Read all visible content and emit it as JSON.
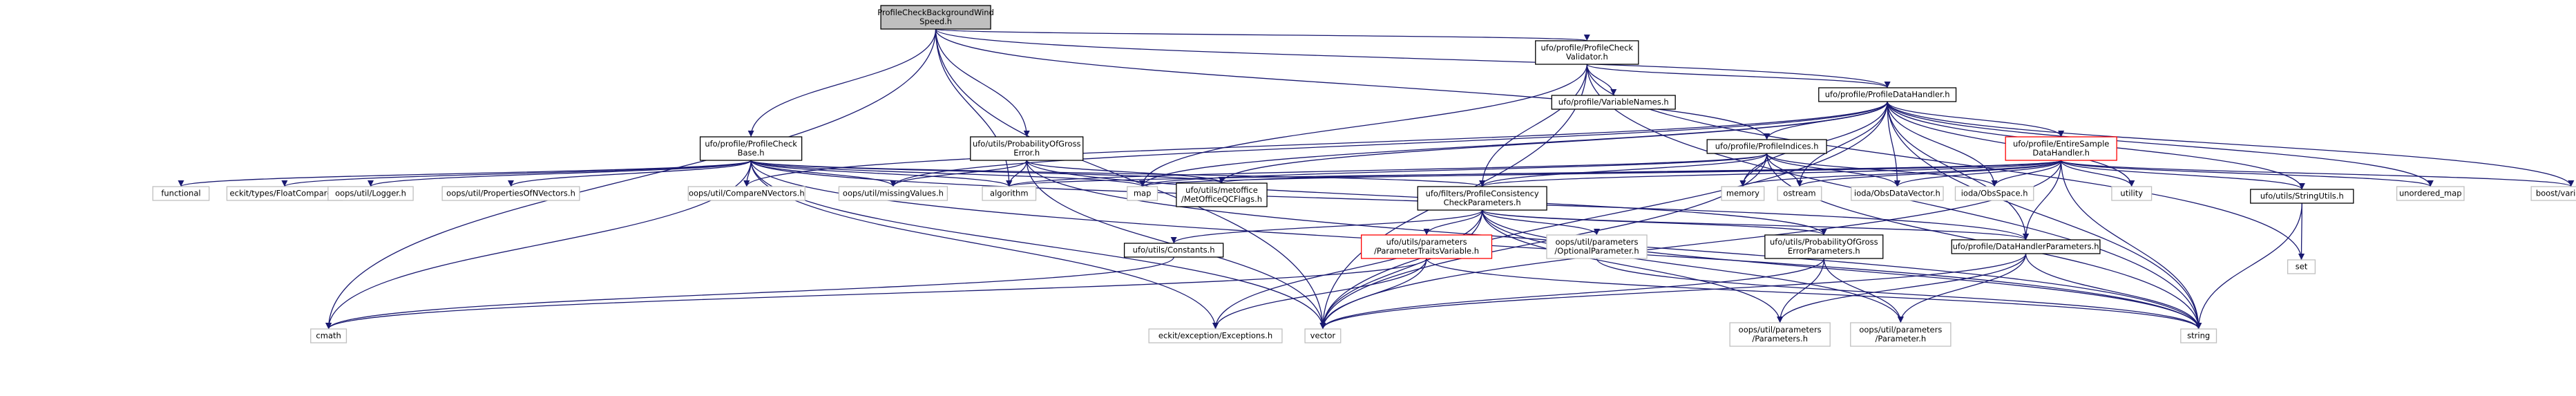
{
  "nodes": [
    {
      "id": "root",
      "lines": [
        "ProfileCheckBackgroundWind",
        "Speed.h"
      ],
      "kind": "root"
    },
    {
      "id": "pcheckbase",
      "lines": [
        "ufo/profile/ProfileCheck",
        "Base.h"
      ],
      "kind": "normal"
    },
    {
      "id": "probgross",
      "lines": [
        "ufo/utils/ProbabilityOfGross",
        "Error.h"
      ],
      "kind": "normal"
    },
    {
      "id": "validator",
      "lines": [
        "ufo/profile/ProfileCheck",
        "Validator.h"
      ],
      "kind": "normal"
    },
    {
      "id": "varnames",
      "lines": [
        "ufo/profile/VariableNames.h"
      ],
      "kind": "normal"
    },
    {
      "id": "datahandler",
      "lines": [
        "ufo/profile/ProfileDataHandler.h"
      ],
      "kind": "normal"
    },
    {
      "id": "indices",
      "lines": [
        "ufo/profile/ProfileIndices.h"
      ],
      "kind": "normal"
    },
    {
      "id": "entire",
      "lines": [
        "ufo/profile/EntireSample",
        "DataHandler.h"
      ],
      "kind": "red"
    },
    {
      "id": "stringutils",
      "lines": [
        "ufo/utils/StringUtils.h"
      ],
      "kind": "normal"
    },
    {
      "id": "pcpars",
      "lines": [
        "ufo/filters/ProfileConsistency",
        "CheckParameters.h"
      ],
      "kind": "normal"
    },
    {
      "id": "constants",
      "lines": [
        "ufo/utils/Constants.h"
      ],
      "kind": "normal"
    },
    {
      "id": "traitsvar",
      "lines": [
        "ufo/utils/parameters",
        "/ParameterTraitsVariable.h"
      ],
      "kind": "red"
    },
    {
      "id": "optpar",
      "lines": [
        "oops/util/parameters",
        "/OptionalParameter.h"
      ],
      "kind": "gray"
    },
    {
      "id": "probgrosspars",
      "lines": [
        "ufo/utils/ProbabilityOfGross",
        "ErrorParameters.h"
      ],
      "kind": "normal"
    },
    {
      "id": "dhpars",
      "lines": [
        "ufo/profile/DataHandlerParameters.h"
      ],
      "kind": "normal"
    },
    {
      "id": "functional",
      "lines": [
        "functional"
      ],
      "kind": "gray"
    },
    {
      "id": "floatcompare",
      "lines": [
        "eckit/types/FloatCompare.h"
      ],
      "kind": "gray"
    },
    {
      "id": "logger",
      "lines": [
        "oops/util/Logger.h"
      ],
      "kind": "gray"
    },
    {
      "id": "propvec",
      "lines": [
        "oops/util/PropertiesOfNVectors.h"
      ],
      "kind": "gray"
    },
    {
      "id": "compvec",
      "lines": [
        "oops/util/CompareNVectors.h"
      ],
      "kind": "gray"
    },
    {
      "id": "missing",
      "lines": [
        "oops/util/missingValues.h"
      ],
      "kind": "gray"
    },
    {
      "id": "algorithm",
      "lines": [
        "algorithm"
      ],
      "kind": "gray"
    },
    {
      "id": "map",
      "lines": [
        "map"
      ],
      "kind": "gray"
    },
    {
      "id": "metoffice",
      "lines": [
        "ufo/utils/metoffice",
        "/MetOfficeQCFlags.h"
      ],
      "kind": "normal"
    },
    {
      "id": "memory",
      "lines": [
        "memory"
      ],
      "kind": "gray"
    },
    {
      "id": "ostream",
      "lines": [
        "ostream"
      ],
      "kind": "gray"
    },
    {
      "id": "obsdatavector",
      "lines": [
        "ioda/ObsDataVector.h"
      ],
      "kind": "gray"
    },
    {
      "id": "obsspace",
      "lines": [
        "ioda/ObsSpace.h"
      ],
      "kind": "gray"
    },
    {
      "id": "utility",
      "lines": [
        "utility"
      ],
      "kind": "gray"
    },
    {
      "id": "unorderedmap",
      "lines": [
        "unordered_map"
      ],
      "kind": "gray"
    },
    {
      "id": "boostvariant",
      "lines": [
        "boost/variant.hpp"
      ],
      "kind": "gray"
    },
    {
      "id": "set",
      "lines": [
        "set"
      ],
      "kind": "gray"
    },
    {
      "id": "cmath",
      "lines": [
        "cmath"
      ],
      "kind": "gray"
    },
    {
      "id": "exceptions",
      "lines": [
        "eckit/exception/Exceptions.h"
      ],
      "kind": "gray"
    },
    {
      "id": "vector",
      "lines": [
        "vector"
      ],
      "kind": "gray"
    },
    {
      "id": "parameters",
      "lines": [
        "oops/util/parameters",
        "/Parameters.h"
      ],
      "kind": "gray"
    },
    {
      "id": "parameter",
      "lines": [
        "oops/util/parameters",
        "/Parameter.h"
      ],
      "kind": "gray"
    },
    {
      "id": "string",
      "lines": [
        "string"
      ],
      "kind": "gray"
    }
  ],
  "edges": [
    [
      "root",
      "pcheckbase"
    ],
    [
      "root",
      "probgross"
    ],
    [
      "root",
      "validator"
    ],
    [
      "root",
      "datahandler"
    ],
    [
      "root",
      "indices"
    ],
    [
      "root",
      "algorithm"
    ],
    [
      "root",
      "cmath"
    ],
    [
      "root",
      "vector"
    ],
    [
      "pcheckbase",
      "functional"
    ],
    [
      "pcheckbase",
      "floatcompare"
    ],
    [
      "pcheckbase",
      "logger"
    ],
    [
      "pcheckbase",
      "propvec"
    ],
    [
      "pcheckbase",
      "compvec"
    ],
    [
      "pcheckbase",
      "missing"
    ],
    [
      "pcheckbase",
      "algorithm"
    ],
    [
      "pcheckbase",
      "map"
    ],
    [
      "pcheckbase",
      "metoffice"
    ],
    [
      "pcheckbase",
      "cmath"
    ],
    [
      "pcheckbase",
      "exceptions"
    ],
    [
      "pcheckbase",
      "vector"
    ],
    [
      "pcheckbase",
      "string"
    ],
    [
      "pcheckbase",
      "pcpars"
    ],
    [
      "pcheckbase",
      "dhpars"
    ],
    [
      "probgross",
      "missing"
    ],
    [
      "probgross",
      "algorithm"
    ],
    [
      "probgross",
      "metoffice"
    ],
    [
      "probgross",
      "vector"
    ],
    [
      "probgross",
      "probgrosspars"
    ],
    [
      "probgross",
      "string"
    ],
    [
      "validator",
      "varnames"
    ],
    [
      "validator",
      "datahandler"
    ],
    [
      "validator",
      "pcpars"
    ],
    [
      "validator",
      "map"
    ],
    [
      "validator",
      "vector"
    ],
    [
      "validator",
      "set"
    ],
    [
      "validator",
      "string"
    ],
    [
      "datahandler",
      "indices"
    ],
    [
      "datahandler",
      "entire"
    ],
    [
      "datahandler",
      "compvec"
    ],
    [
      "datahandler",
      "missing"
    ],
    [
      "datahandler",
      "map"
    ],
    [
      "datahandler",
      "metoffice"
    ],
    [
      "datahandler",
      "obsdatavector"
    ],
    [
      "datahandler",
      "obsspace"
    ],
    [
      "datahandler",
      "utility"
    ],
    [
      "datahandler",
      "unorderedmap"
    ],
    [
      "datahandler",
      "boostvariant"
    ],
    [
      "datahandler",
      "stringutils"
    ],
    [
      "datahandler",
      "dhpars"
    ],
    [
      "datahandler",
      "vector"
    ],
    [
      "datahandler",
      "string"
    ],
    [
      "datahandler",
      "memory"
    ],
    [
      "datahandler",
      "ostream"
    ],
    [
      "indices",
      "pcpars"
    ],
    [
      "indices",
      "memory"
    ],
    [
      "indices",
      "ostream"
    ],
    [
      "indices",
      "obsdatavector"
    ],
    [
      "indices",
      "obsspace"
    ],
    [
      "indices",
      "algorithm"
    ],
    [
      "indices",
      "map"
    ],
    [
      "indices",
      "vector"
    ],
    [
      "indices",
      "string"
    ],
    [
      "entire",
      "map"
    ],
    [
      "entire",
      "memory"
    ],
    [
      "entire",
      "ostream"
    ],
    [
      "entire",
      "obsdatavector"
    ],
    [
      "entire",
      "obsspace"
    ],
    [
      "entire",
      "utility"
    ],
    [
      "entire",
      "unorderedmap"
    ],
    [
      "entire",
      "boostvariant"
    ],
    [
      "entire",
      "stringutils"
    ],
    [
      "entire",
      "dhpars"
    ],
    [
      "entire",
      "algorithm"
    ],
    [
      "entire",
      "vector"
    ],
    [
      "entire",
      "string"
    ],
    [
      "entire",
      "metoffice"
    ],
    [
      "entire",
      "pcpars"
    ],
    [
      "stringutils",
      "set"
    ],
    [
      "stringutils",
      "string"
    ],
    [
      "pcpars",
      "constants"
    ],
    [
      "pcpars",
      "traitsvar"
    ],
    [
      "pcpars",
      "optpar"
    ],
    [
      "pcpars",
      "probgrosspars"
    ],
    [
      "pcpars",
      "dhpars"
    ],
    [
      "pcpars",
      "exceptions"
    ],
    [
      "pcpars",
      "vector"
    ],
    [
      "pcpars",
      "string"
    ],
    [
      "pcpars",
      "parameters"
    ],
    [
      "pcpars",
      "parameter"
    ],
    [
      "constants",
      "cmath"
    ],
    [
      "traitsvar",
      "exceptions"
    ],
    [
      "traitsvar",
      "vector"
    ],
    [
      "traitsvar",
      "string"
    ],
    [
      "traitsvar",
      "cmath"
    ],
    [
      "probgrosspars",
      "parameters"
    ],
    [
      "probgrosspars",
      "parameter"
    ],
    [
      "probgrosspars",
      "vector"
    ],
    [
      "dhpars",
      "parameters"
    ],
    [
      "dhpars",
      "parameter"
    ],
    [
      "dhpars",
      "string"
    ],
    [
      "dhpars",
      "vector"
    ],
    [
      "optpar",
      "string"
    ]
  ]
}
